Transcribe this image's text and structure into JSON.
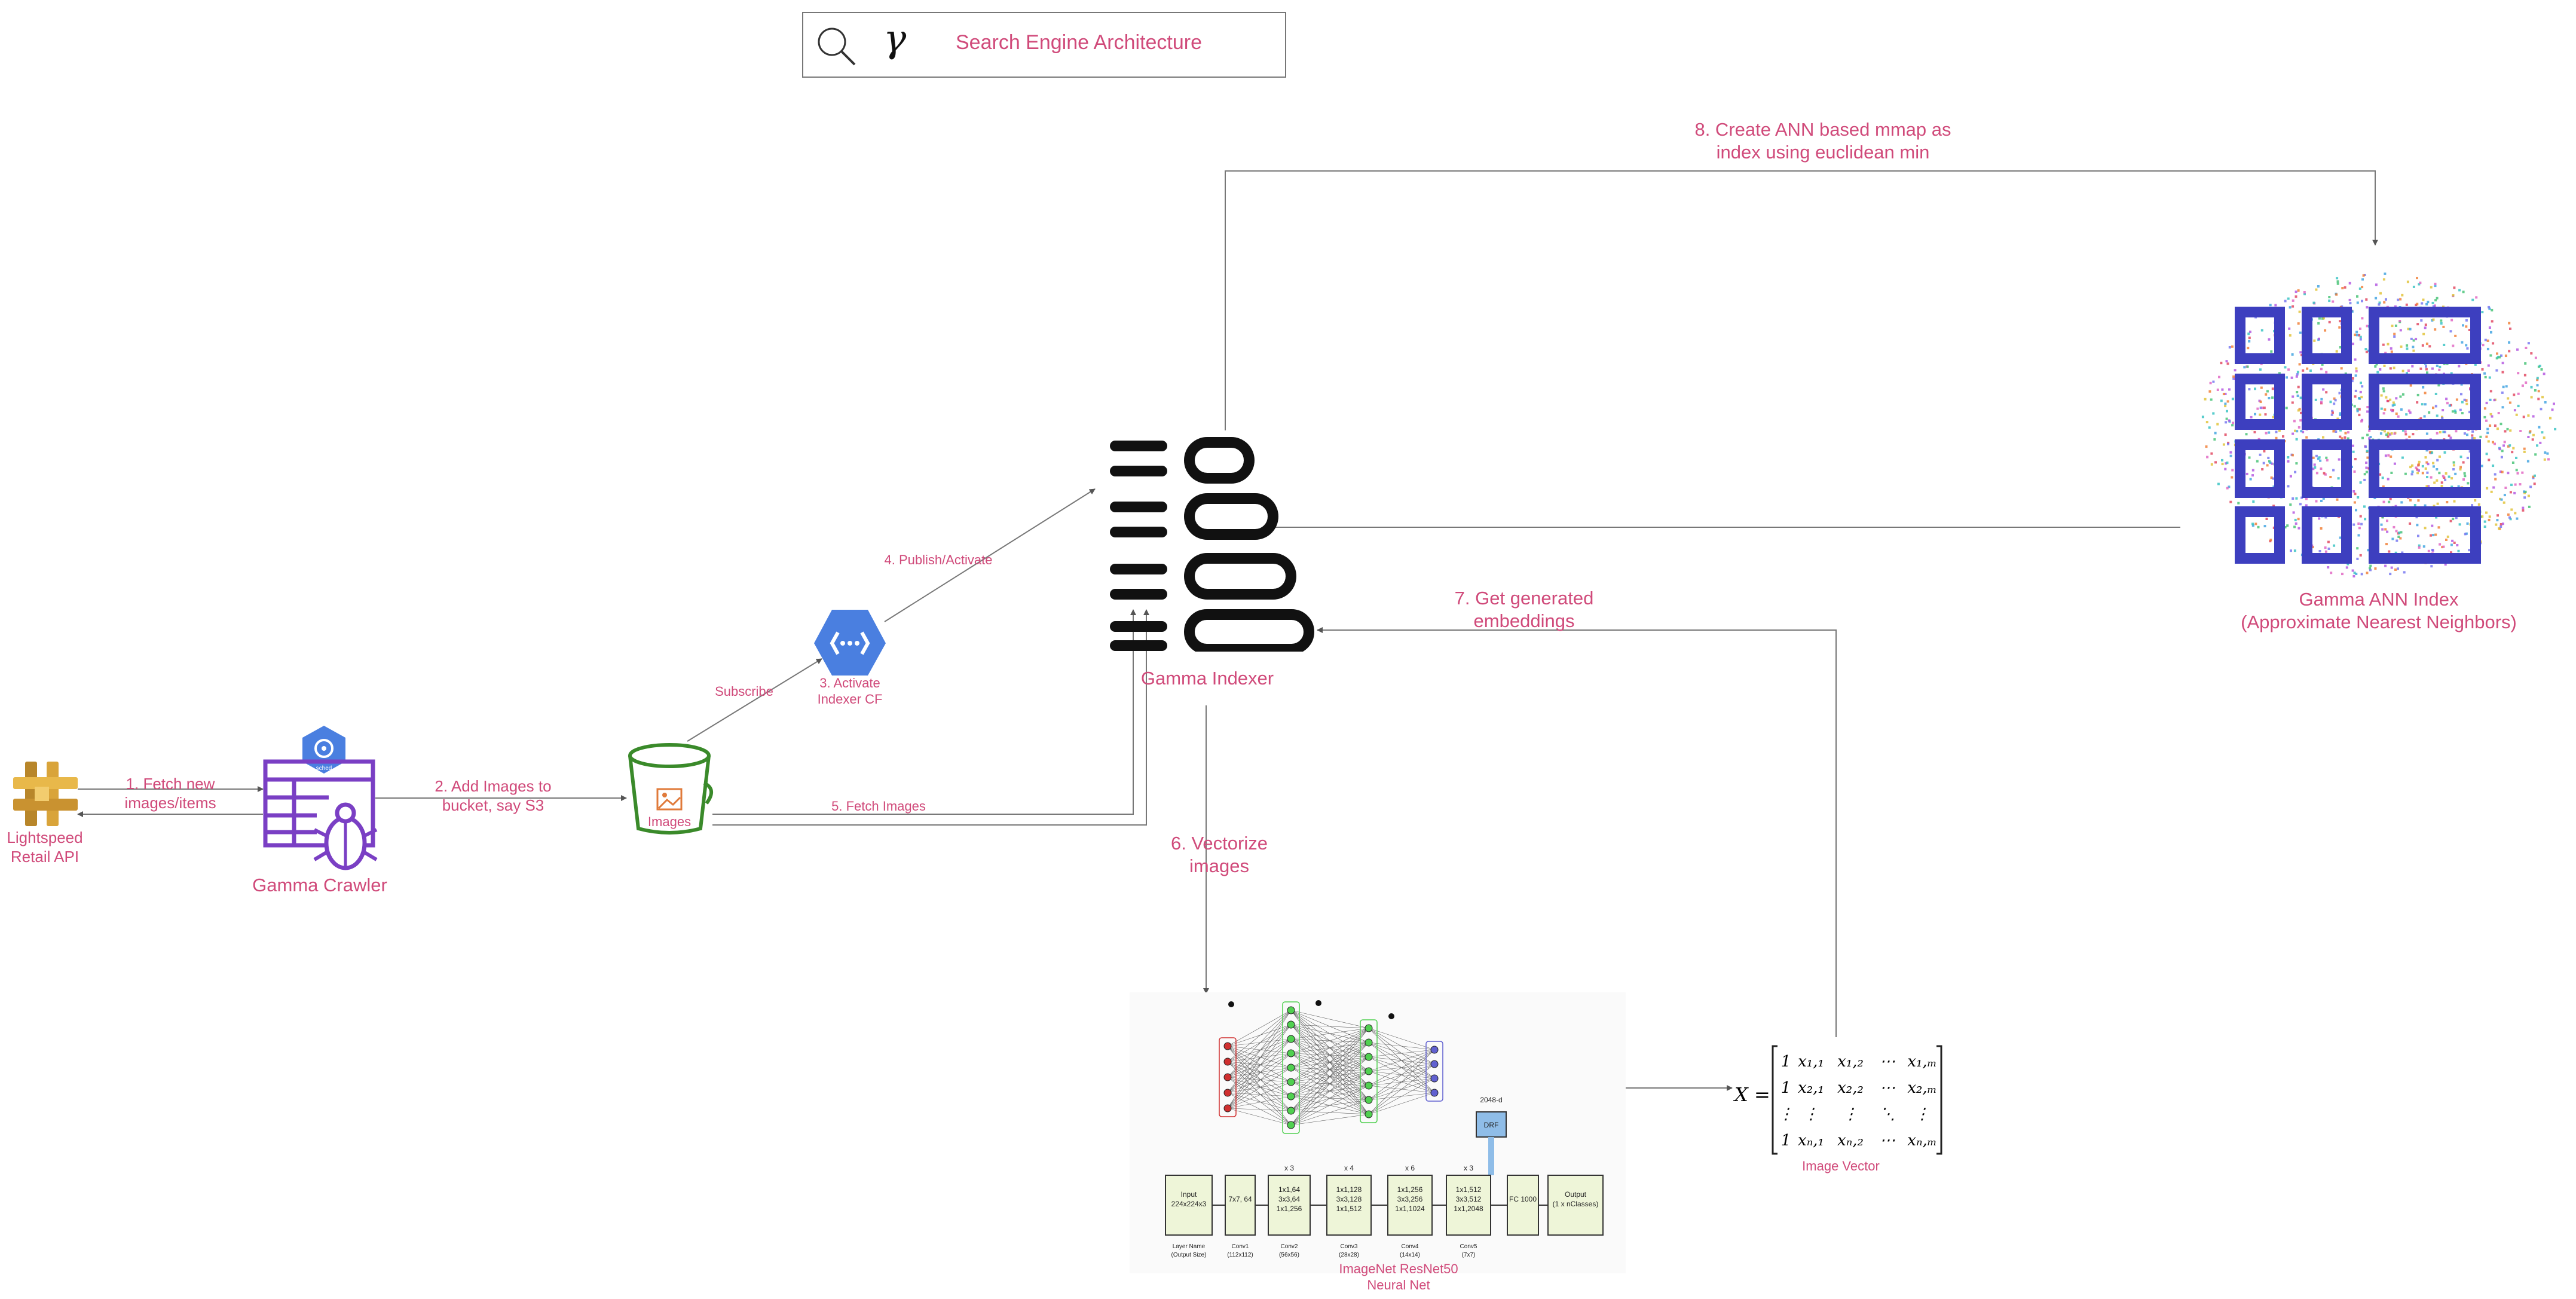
{
  "title": {
    "text": "Search Engine Architecture",
    "glyph": "γ"
  },
  "nodes": {
    "retail_api": {
      "label": "Lightspeed\nRetail API"
    },
    "crawler": {
      "label": "Gamma Crawler",
      "badge": "sched"
    },
    "bucket": {
      "label": "Images"
    },
    "cloud_function": {
      "label": "3. Activate\nIndexer CF"
    },
    "indexer": {
      "label": "Gamma Indexer"
    },
    "ann_index": {
      "label": "Gamma ANN Index\n(Approximate Nearest Neighbors)"
    },
    "neural_net": {
      "label": "ImageNet ResNet50\nNeural Net",
      "drf": "DRF",
      "dim": "2048-d"
    },
    "image_vector": {
      "label": "Image Vector"
    }
  },
  "steps": {
    "s1": "1. Fetch new\nimages/items",
    "s2": "2. Add Images to\nbucket, say S3",
    "subscribe": "Subscribe",
    "s4": "4. Publish/Activate",
    "s5": "5. Fetch Images",
    "s6": "6. Vectorize\nimages",
    "s7": "7. Get generated\nembeddings",
    "s8": "8. Create ANN based mmap as\nindex using euclidean min"
  },
  "resnet": {
    "blocks": [
      {
        "text": "Input\n224x224x3",
        "layer": "Layer Name\n(Output Size)"
      },
      {
        "text": "7x7, 64",
        "layer": "Conv1\n(112x112)"
      },
      {
        "text": "1x1,64\n3x3,64\n1x1,256",
        "layer": "Conv2\n(56x56)",
        "rep": "x 3"
      },
      {
        "text": "1x1,128\n3x3,128\n1x1,512",
        "layer": "Conv3\n(28x28)",
        "rep": "x 4"
      },
      {
        "text": "1x1,256\n3x3,256\n1x1,1024",
        "layer": "Conv4\n(14x14)",
        "rep": "x 6"
      },
      {
        "text": "1x1,512\n3x3,512\n1x1,2048",
        "layer": "Conv5\n(7x7)",
        "rep": "x 3"
      },
      {
        "text": "FC 1000",
        "layer": ""
      },
      {
        "text": "Output\n(1 x nClasses)",
        "layer": ""
      }
    ]
  },
  "matrix": {
    "lhs": "X =",
    "rows": [
      [
        "1",
        "x₁,₁",
        "x₁,₂",
        "⋯",
        "x₁,ₘ"
      ],
      [
        "1",
        "x₂,₁",
        "x₂,₂",
        "⋯",
        "x₂,ₘ"
      ],
      [
        "⋮",
        "⋮",
        "⋮",
        "⋱",
        "⋮"
      ],
      [
        "1",
        "xₙ,₁",
        "xₙ,₂",
        "⋯",
        "xₙ,ₘ"
      ]
    ]
  },
  "colors": {
    "accent": "#d04a7a",
    "crawler": "#7a3fc4",
    "gcp_blue": "#4a7fe0",
    "bucket": "#3a8a2a",
    "ann_blue": "#3d3fbf",
    "api_gold": "#d9a43a"
  },
  "icons": [
    "search-icon",
    "gamma-icon",
    "api-gateway-icon",
    "crawler-icon",
    "scheduler-icon",
    "bucket-icon",
    "cloud-function-icon",
    "indexer-icon",
    "ann-grid-icon",
    "neural-net-icon",
    "matrix-icon"
  ]
}
